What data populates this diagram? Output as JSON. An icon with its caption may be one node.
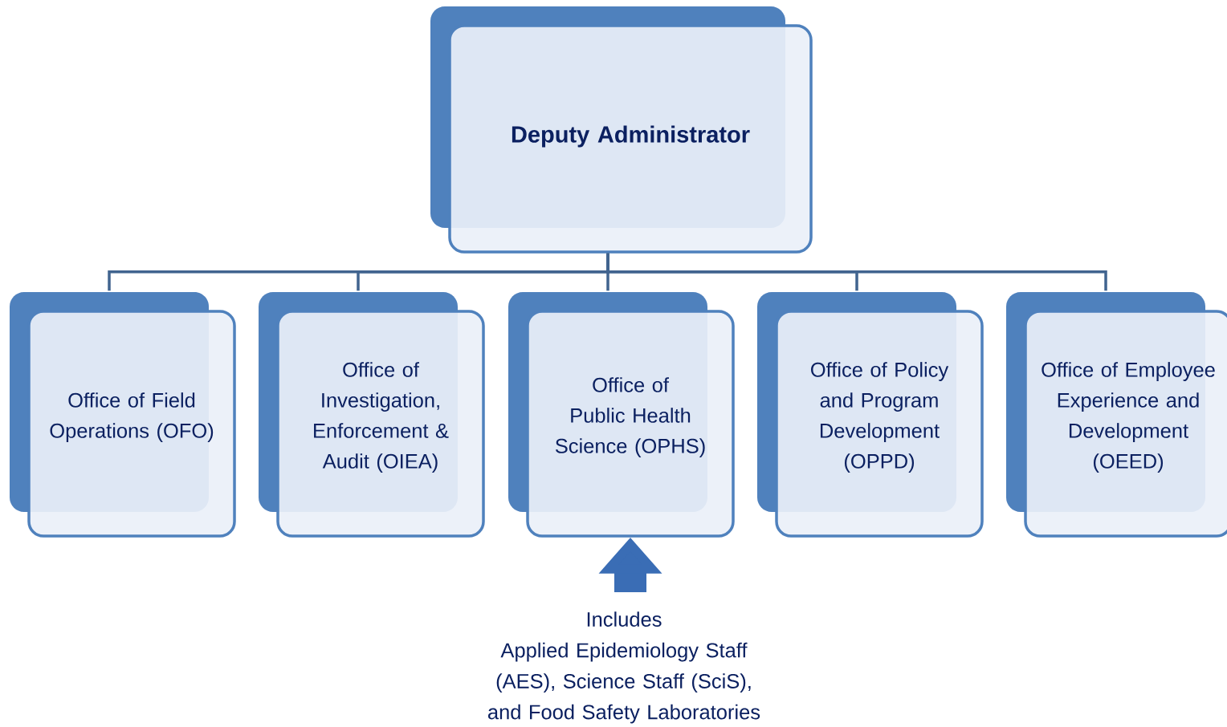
{
  "diagram": {
    "nodes": [
      {
        "text": [
          "Deputy Administrator"
        ]
      },
      {
        "text": [
          "Office of Field Operations (OFO)"
        ]
      },
      {
        "text": [
          "Office of Investigation, Enforcement & Audit (OIEA)"
        ]
      },
      {
        "text": [
          "Office of Public Health Science (OPHS)"
        ]
      },
      {
        "text": [
          "Office of Policy and Program Development (OPPD)"
        ]
      },
      {
        "text": [
          "Office of Employee Experience and Development (OEED)"
        ]
      },
      {
        "text": [
          "Includes",
          "Applied Epidemiology Staff (AES), Science Staff (SciS), and Food Safety Laboratories"
        ]
      }
    ],
    "edges": [
      {
        "from": 0,
        "to": 1,
        "arrow": "none"
      },
      {
        "from": 0,
        "to": 2,
        "arrow": "none"
      },
      {
        "from": 0,
        "to": 3,
        "arrow": "none"
      },
      {
        "from": 0,
        "to": 4,
        "arrow": "none"
      },
      {
        "from": 0,
        "to": 5,
        "arrow": "none"
      },
      {
        "from": 6,
        "to": 3,
        "arrow": "to",
        "style": "thick",
        "color": "#3a6db5"
      }
    ]
  }
}
